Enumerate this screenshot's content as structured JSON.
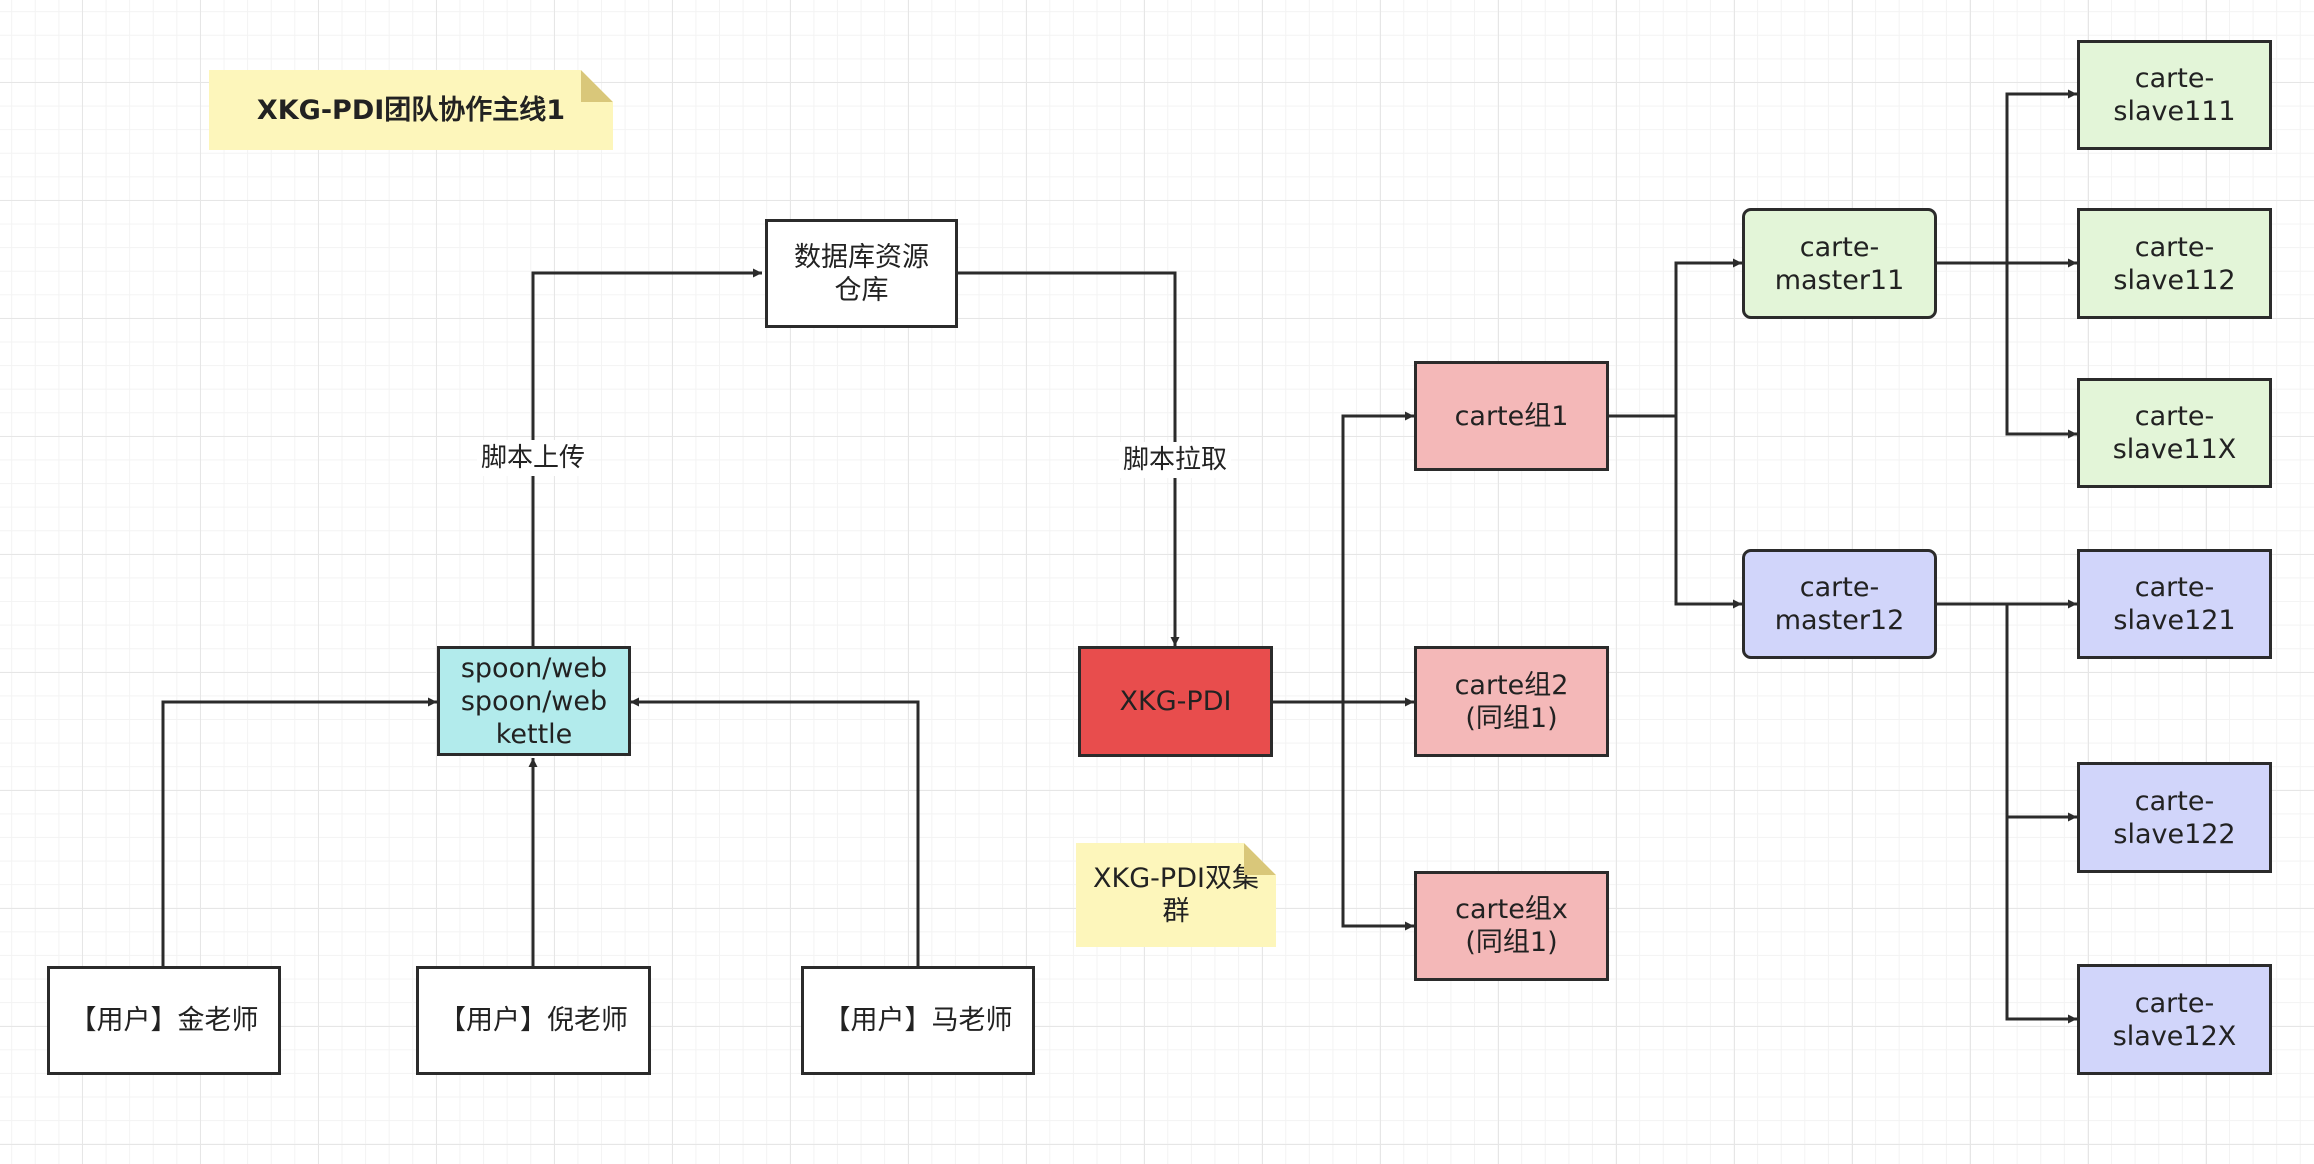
{
  "colors": {
    "white": "#ffffff",
    "cyan": "#b2ebec",
    "red": "#e84d4d",
    "pink": "#f4b8b8",
    "green": "#e3f5d8",
    "lavender": "#d1d5fa",
    "note": "#fdf6bb",
    "stroke": "#2b2b2b"
  },
  "notes": {
    "main_title": "XKG-PDI团队协作主线1",
    "dual_cluster": "XKG-PDI双集\n群"
  },
  "nodes": {
    "db_repo": "数据库资源\n仓库",
    "spoon": "spoon/web\nspoon/web\nkettle",
    "user_jin": "【用户】金老师",
    "user_ni": "【用户】倪老师",
    "user_ma": "【用户】马老师",
    "xkg_pdi": "XKG-PDI",
    "group1": "carte组1",
    "group2": "carte组2\n(同组1)",
    "groupx": "carte组x\n(同组1)",
    "master11": "carte-\nmaster11",
    "master12": "carte-\nmaster12",
    "slave111": "carte-\nslave111",
    "slave112": "carte-\nslave112",
    "slave11x": "carte-\nslave11X",
    "slave121": "carte-\nslave121",
    "slave122": "carte-\nslave122",
    "slave12x": "carte-\nslave12X"
  },
  "edge_labels": {
    "upload": "脚本上传",
    "pull": "脚本拉取"
  }
}
